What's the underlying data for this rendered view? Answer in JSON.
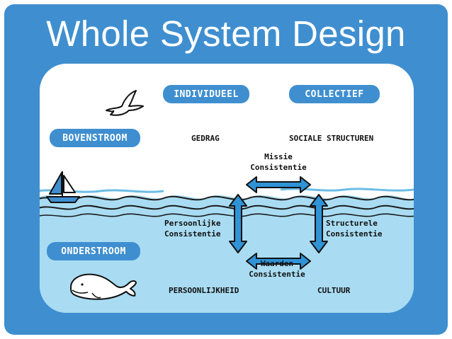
{
  "title": "Whole System Design",
  "columns": {
    "individual": "INDIVIDUEEL",
    "collective": "COLLECTIEF"
  },
  "rows": {
    "above": "BOVENSTROOM",
    "below": "ONDERSTROOM"
  },
  "quadrants": {
    "top_left": "GEDRAG",
    "top_right": "SOCIALE STRUCTUREN",
    "bottom_left": "PERSOONLIJKHEID",
    "bottom_right": "CULTUUR"
  },
  "consistency": {
    "top": {
      "line1": "Missie",
      "line2": "Consistentie"
    },
    "left": {
      "line1": "Persoonlijke",
      "line2": "Consistentie"
    },
    "right": {
      "line1": "Structurele",
      "line2": "Consistentie"
    },
    "bottom": {
      "line1": "Waarden",
      "line2": "Consistentie"
    }
  },
  "colors": {
    "frame_blue": "#3f8fd0",
    "water": "#a9dcf2",
    "arrow_blue": "#2f93d6"
  },
  "icons": [
    "bird-icon",
    "sailboat-icon",
    "whale-icon"
  ]
}
